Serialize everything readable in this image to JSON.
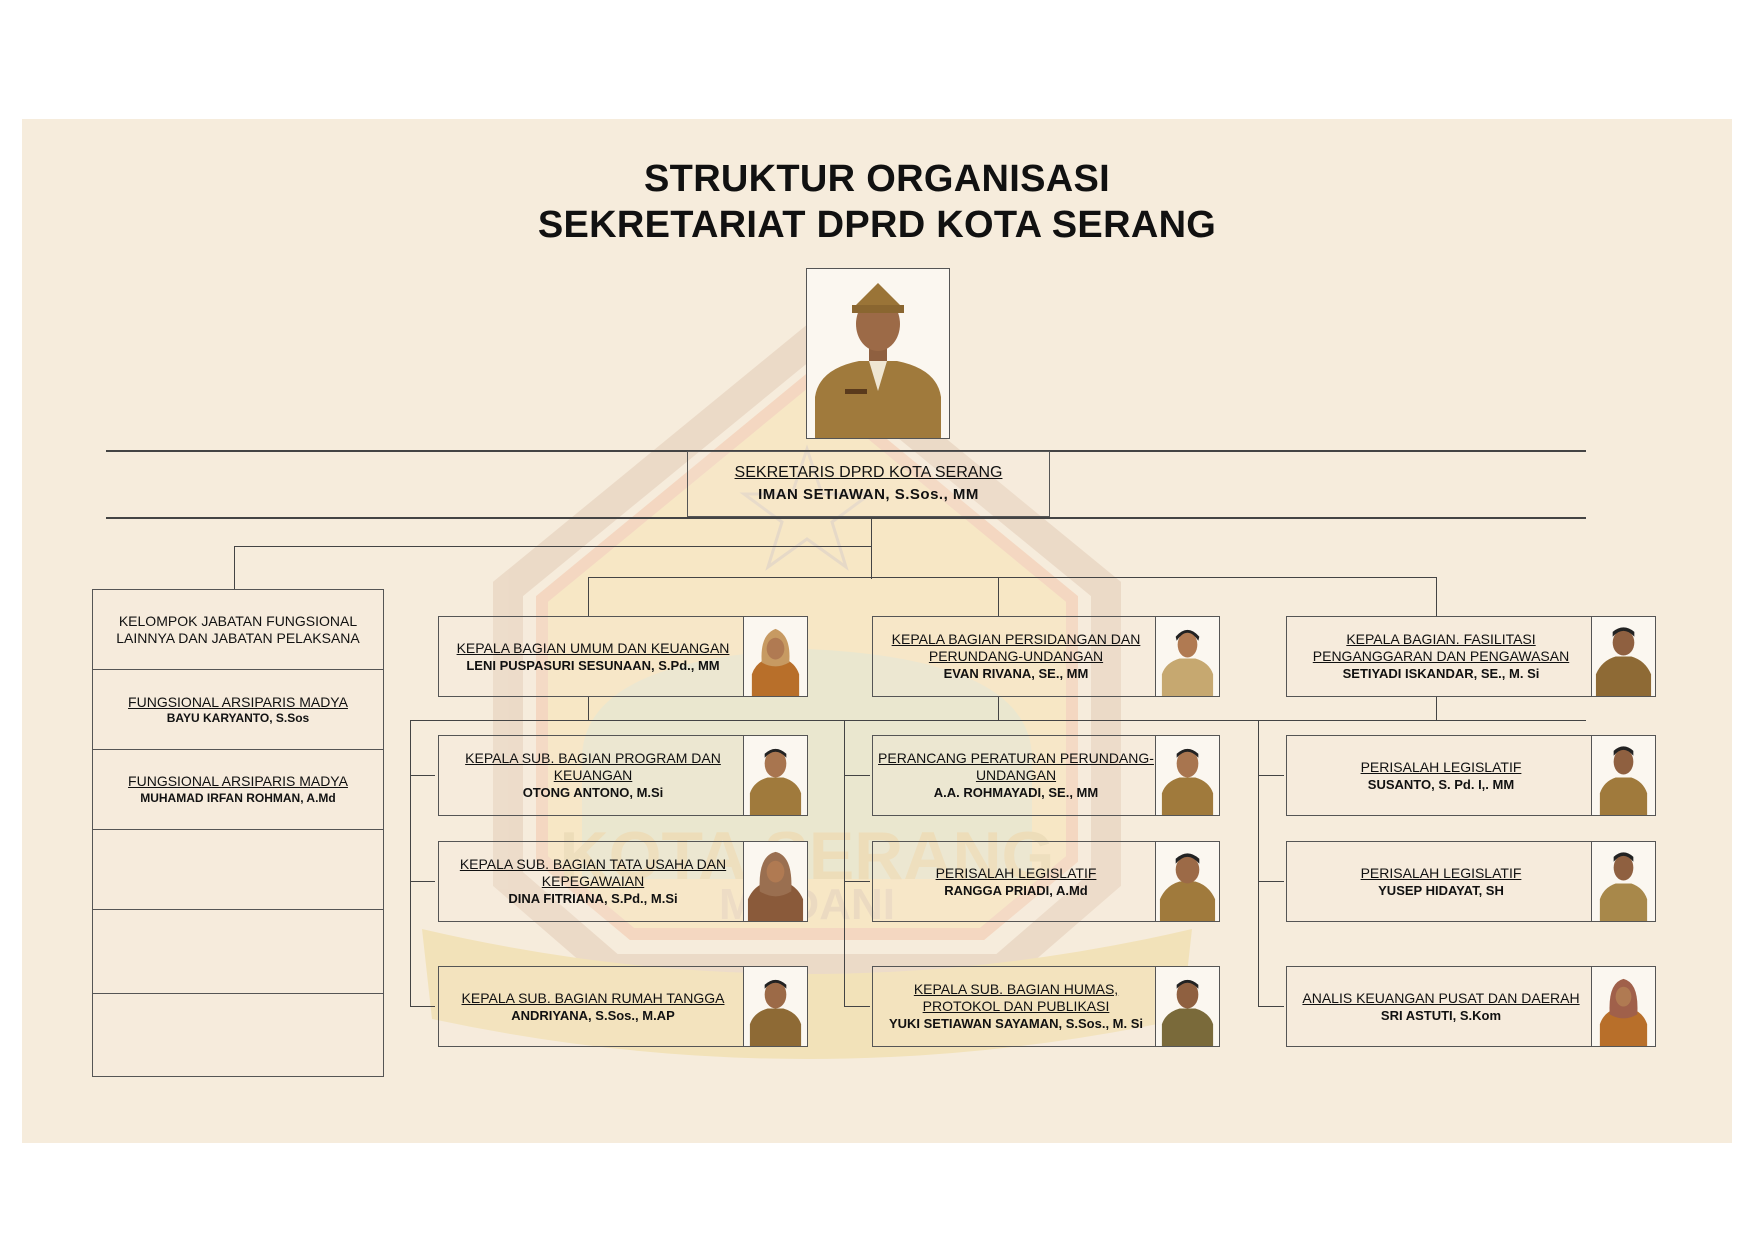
{
  "title": {
    "line1": "STRUKTUR ORGANISASI",
    "line2": "SEKRETARIAT DPRD KOTA SERANG"
  },
  "watermark": {
    "line1": "KOTA SERANG",
    "line2": "MADANI"
  },
  "head": {
    "role": "SEKRETARIS  DPRD  KOTA  SERANG",
    "name": "IMAN  SETIAWAN,  S.Sos., MM"
  },
  "functional_group": {
    "header": "KELOMPOK JABATAN FUNGSIONAL LAINNYA DAN JABATAN PELAKSANA",
    "members": [
      {
        "role": "FUNGSIONAL ARSIPARIS MADYA",
        "name": "BAYU  KARYANTO,  S.Sos"
      },
      {
        "role": "FUNGSIONAL ARSIPARIS MADYA",
        "name": "MUHAMAD  IRFAN ROHMAN, A.Md"
      }
    ]
  },
  "divisions": [
    {
      "head": {
        "role": "KEPALA BAGIAN UMUM DAN KEUANGAN",
        "name": "LENI  PUSPASURI  SESUNAAN,  S.Pd., MM"
      },
      "staff": [
        {
          "role": "KEPALA SUB. BAGIAN PROGRAM DAN KEUANGAN",
          "name": "OTONG  ANTONO,  M.Si"
        },
        {
          "role": "KEPALA SUB. BAGIAN TATA USAHA DAN KEPEGAWAIAN",
          "name": "DINA FITRIANA,  S.Pd., M.Si"
        },
        {
          "role": "KEPALA SUB. BAGIAN RUMAH TANGGA",
          "name": "ANDRIYANA,  S.Sos.,  M.AP"
        }
      ]
    },
    {
      "head": {
        "role": "KEPALA BAGIAN PERSIDANGAN DAN PERUNDANG-UNDANGAN",
        "name": "EVAN  RIVANA,  SE., MM"
      },
      "staff": [
        {
          "role": "PERANCANG PERATURAN PERUNDANG-UNDANGAN",
          "name": "A.A.  ROHMAYADI,  SE., MM"
        },
        {
          "role": "PERISALAH LEGISLATIF",
          "name": "RANGGA PRIADI,  A.Md"
        },
        {
          "role": "KEPALA SUB. BAGIAN HUMAS, PROTOKOL DAN PUBLIKASI",
          "name": "YUKI  SETIAWAN  SAYAMAN,  S.Sos.,  M. Si"
        }
      ]
    },
    {
      "head": {
        "role": "KEPALA BAGIAN. FASILITASI PENGANGGARAN DAN PENGAWASAN",
        "name": "SETIYADI  ISKANDAR,  SE.,  M. Si"
      },
      "staff": [
        {
          "role": "PERISALAH LEGISLATIF",
          "name": "SUSANTO,  S. Pd. I,. MM"
        },
        {
          "role": "PERISALAH LEGISLATIF",
          "name": "YUSEP  HIDAYAT,  SH"
        },
        {
          "role": "ANALIS KEUANGAN PUSAT DAN DAERAH",
          "name": "SRI  ASTUTI,  S.Kom"
        }
      ]
    }
  ],
  "colors": {
    "panel": "#f6ecdc",
    "uniform": "#a07a3c",
    "hijab_orange": "#b86f2a",
    "hijab_floral": "#8a5a3a",
    "skin": "#a8754f",
    "line": "#444444"
  }
}
